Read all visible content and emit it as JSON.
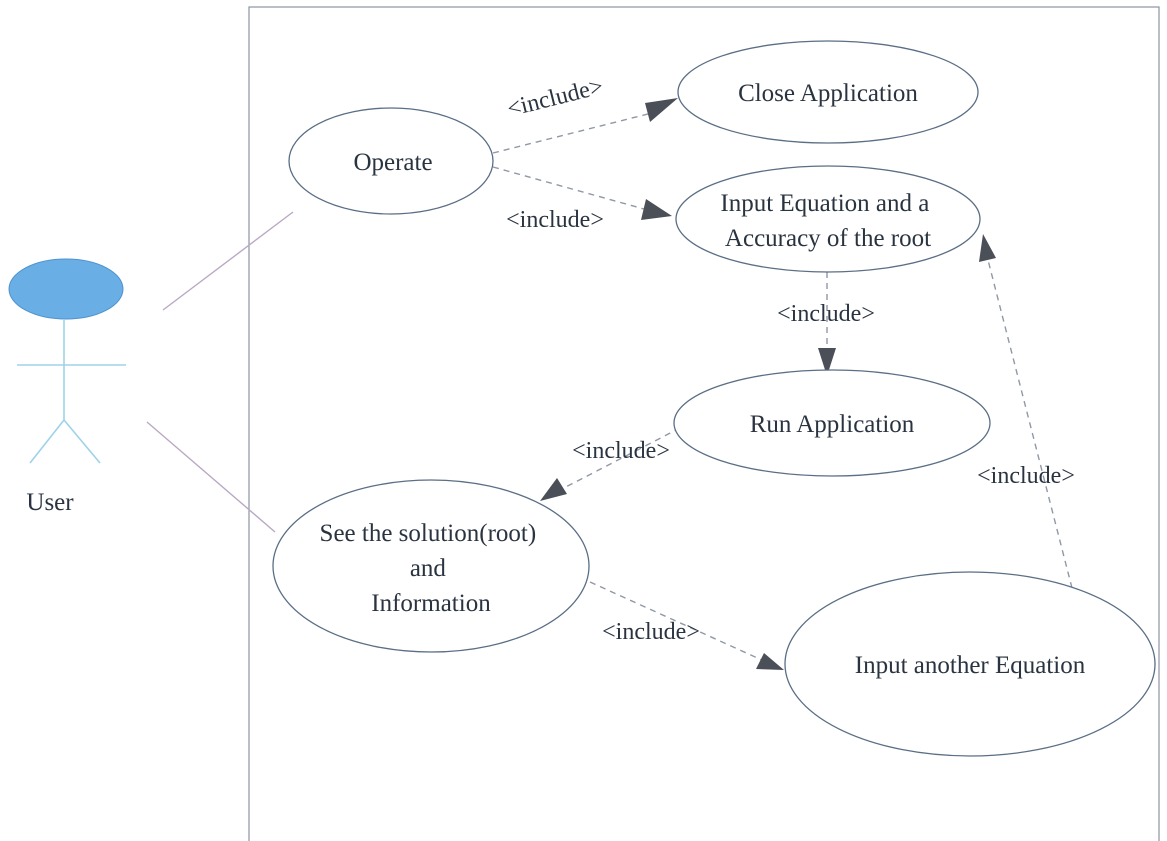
{
  "actor": {
    "label": "User",
    "head_color": "#6aaee6",
    "body_color": "#9fd2ea"
  },
  "use_cases": {
    "close_application": [
      "Close Application"
    ],
    "operate": [
      "Operate"
    ],
    "input_equation": [
      "Input Equation and a",
      "Accuracy of the root"
    ],
    "run_application": [
      "Run Application"
    ],
    "see_solution": [
      "See the solution(root)",
      "and",
      "Information"
    ],
    "input_another": [
      "Input another Equation"
    ]
  },
  "relations": {
    "operate_to_close": "<include>",
    "operate_to_input": "<include>",
    "input_to_run": "<include>",
    "run_to_see": "<include>",
    "see_to_another": "<include>",
    "another_to_input": "<include>"
  }
}
